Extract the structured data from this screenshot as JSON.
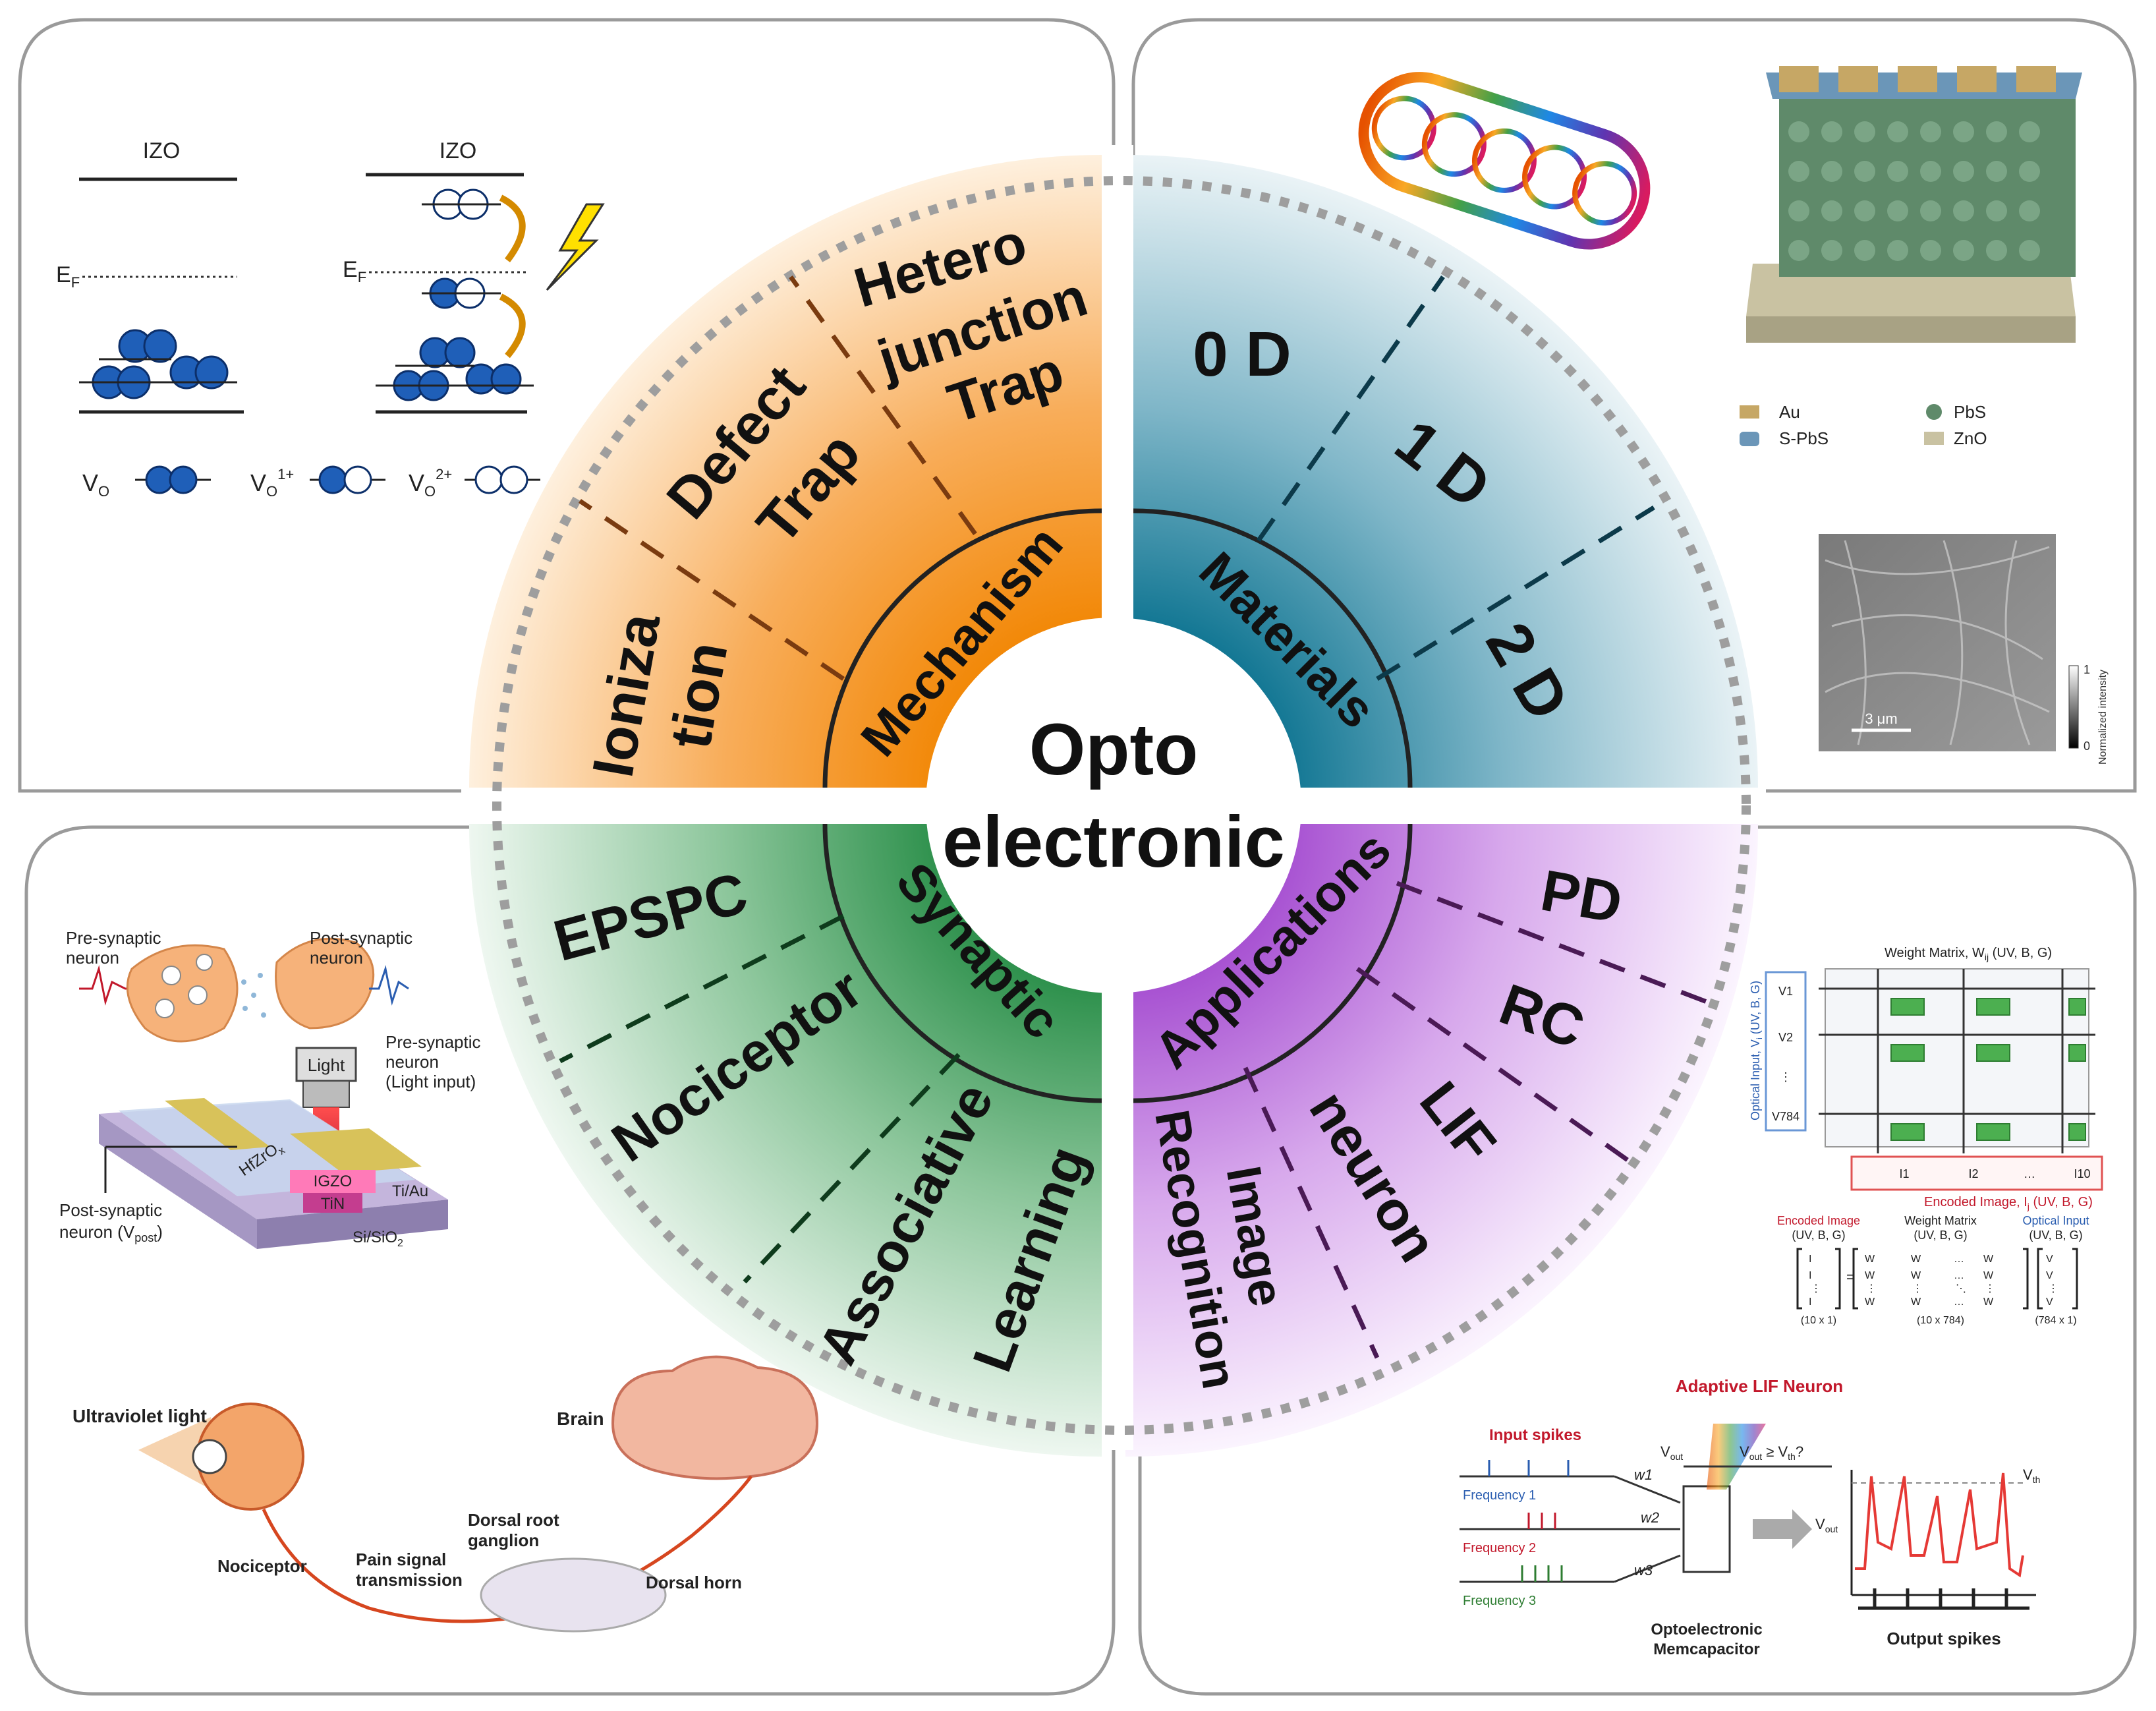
{
  "center": {
    "line1": "Opto",
    "line2": "electronic"
  },
  "quadrants": {
    "mechanism": {
      "ring_label": "Mechanism",
      "items": [
        {
          "l1": "Ioniza",
          "l2": "tion"
        },
        {
          "l1": "Defect",
          "l2": "Trap"
        },
        {
          "l1": "Hetero",
          "l2": "junction",
          "l3": "Trap"
        }
      ],
      "colors": {
        "inner": "#f28705",
        "outer": "#fde6c8"
      }
    },
    "materials": {
      "ring_label": "Materials",
      "items": [
        "0 D",
        "1 D",
        "2 D"
      ],
      "colors": {
        "inner": "#0f7592",
        "outer": "#e2eef3"
      }
    },
    "synaptic": {
      "ring_label": "Synaptic",
      "items": [
        "EPSPC",
        "Nociceptor",
        "Associative",
        "Learning"
      ],
      "colors": {
        "inner": "#2b8f4a",
        "outer": "#e6f2ea"
      }
    },
    "applications": {
      "ring_label": "Applications",
      "items": [
        "PD",
        "RC",
        "LIF",
        "neuron",
        "Image",
        "Recognition"
      ],
      "colors": {
        "inner": "#a64fd1",
        "outer": "#f7ecfb"
      }
    }
  },
  "panel_tl": {
    "izo_left": "IZO",
    "izo_right": "IZO",
    "ef_left": "E",
    "ef_sub": "F",
    "ef_right": "E",
    "vo": "V",
    "vo_sub": "O",
    "vo1": "V",
    "vo1_sub": "O",
    "vo1_sup": "1+",
    "vo2": "V",
    "vo2_sub": "O",
    "vo2_sup": "2+"
  },
  "panel_tr": {
    "legend": [
      "Au",
      "PbS",
      "S-PbS",
      "ZnO"
    ],
    "scale": "3 μm",
    "intensity_label": "Normalized intensity",
    "intensity_max": "1",
    "intensity_min": "0"
  },
  "panel_bl": {
    "pre_synaptic": "Pre-synaptic",
    "pre_neuron": "neuron",
    "post_synaptic": "Post-synaptic",
    "post_neuron": "neuron",
    "light": "Light",
    "pre_light_1": "Pre-synaptic",
    "pre_light_2": "neuron",
    "pre_light_3": "(Light input)",
    "post_v_1": "Post-synaptic",
    "post_v_2": "neuron (V",
    "post_v_sub": "post",
    "post_v_3": ")",
    "layer_hfzro": "HfZrO",
    "layer_hfzro_sub": "x",
    "layer_igzo": "IGZO",
    "layer_tin": "TiN",
    "layer_tiau": "Ti/Au",
    "layer_sub": "Si/SiO",
    "layer_sub_sub": "2",
    "uv": "Ultraviolet light",
    "brain": "Brain",
    "drg_1": "Dorsal root",
    "drg_2": "ganglion",
    "pain_1": "Pain signal",
    "pain_2": "transmission",
    "nociceptor": "Nociceptor",
    "dorsal_horn": "Dorsal horn"
  },
  "panel_br": {
    "weight_title": "Weight Matrix, W",
    "weight_sub": "ij",
    "weight_tail": " (UV, B, G)",
    "optical_input": "Optical Input, V",
    "optical_sub": "i",
    "optical_tail": " (UV, B, G)",
    "v_labels": [
      "V1",
      "V2",
      "⋮",
      "V784"
    ],
    "encoded_image": "Encoded Image, I",
    "encoded_sub": "j",
    "encoded_tail": " (UV, B, G)",
    "i_labels": [
      "I1",
      "I2",
      "…",
      "I10"
    ],
    "eq_col1_title": "Encoded Image",
    "eq_col1_sub": "(UV, B, G)",
    "eq_col2_title": "Weight Matrix",
    "eq_col2_sub": "(UV, B, G)",
    "eq_col3_title": "Optical Input",
    "eq_col3_sub": "(UV, B, G)",
    "dim1": "(10 x 1)",
    "dim2": "(10 x 784)",
    "dim3": "(784 x 1)",
    "lif_title": "Adaptive LIF Neuron",
    "input_spikes": "Input spikes",
    "freq1": "Frequency 1",
    "freq2": "Frequency 2",
    "freq3": "Frequency 3",
    "w1": "w1",
    "w2": "w2",
    "w3": "w3",
    "vout": "V",
    "vout_sub": "out",
    "vout_cmp": "V",
    "vout_cmp_sub": "out",
    "vout_cmp_tail": " ≥ V",
    "vth_sub": "th",
    "vout_cmp_q": "?",
    "vth": "V",
    "vth_sub2": "th",
    "vout_axis": "V",
    "vout_axis_sub": "out",
    "memcap_1": "Optoelectronic",
    "memcap_2": "Memcapacitor",
    "output_spikes": "Output spikes"
  }
}
